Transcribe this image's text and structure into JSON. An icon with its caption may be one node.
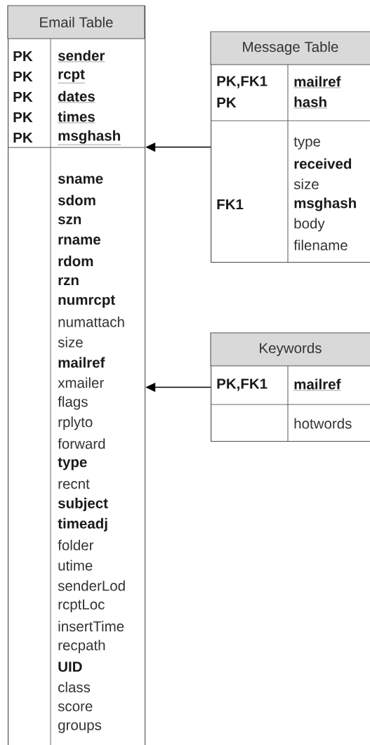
{
  "diagram": {
    "nodes": [
      {
        "text": [
          "Email Table",
          "PK",
          "sender",
          "PK",
          "rcpt",
          "PK",
          "dates",
          "PK",
          "times",
          "PK",
          "msghash",
          "sname",
          "sdom",
          "szn",
          "rname",
          "rdom",
          "rzn",
          "numrcpt",
          "numattach",
          "size",
          "mailref",
          "xmailer",
          "flags",
          "rplyto",
          "forward",
          "type",
          "recnt",
          "subject",
          "timeadj",
          "folder",
          "utime",
          "senderLod",
          "rcptLoc",
          "insertTime",
          "recpath",
          "UID",
          "class",
          "score",
          "groups"
        ]
      },
      {
        "text": [
          "Message Table",
          "PK,FK1",
          "mailref",
          "PK",
          "hash",
          "type",
          "received",
          "size",
          "FK1",
          "msghash",
          "body",
          "filename"
        ]
      },
      {
        "text": [
          "Keywords",
          "PK,FK1",
          "mailref",
          "hotwords"
        ]
      }
    ],
    "edges": [
      {
        "from": 1,
        "to": 0,
        "arrow": "to"
      },
      {
        "from": 2,
        "to": 0,
        "arrow": "to"
      }
    ]
  }
}
